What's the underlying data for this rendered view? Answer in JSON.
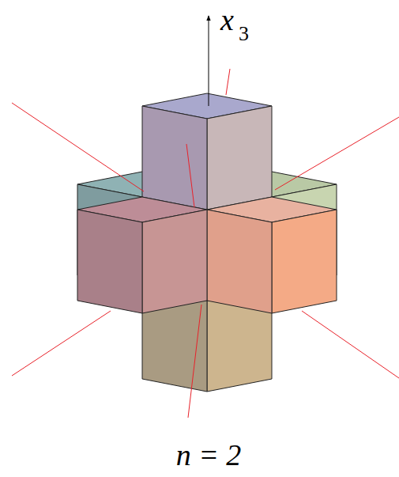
{
  "diagram": {
    "labels": [
      "x",
      "3",
      "n = 2"
    ]
  }
}
